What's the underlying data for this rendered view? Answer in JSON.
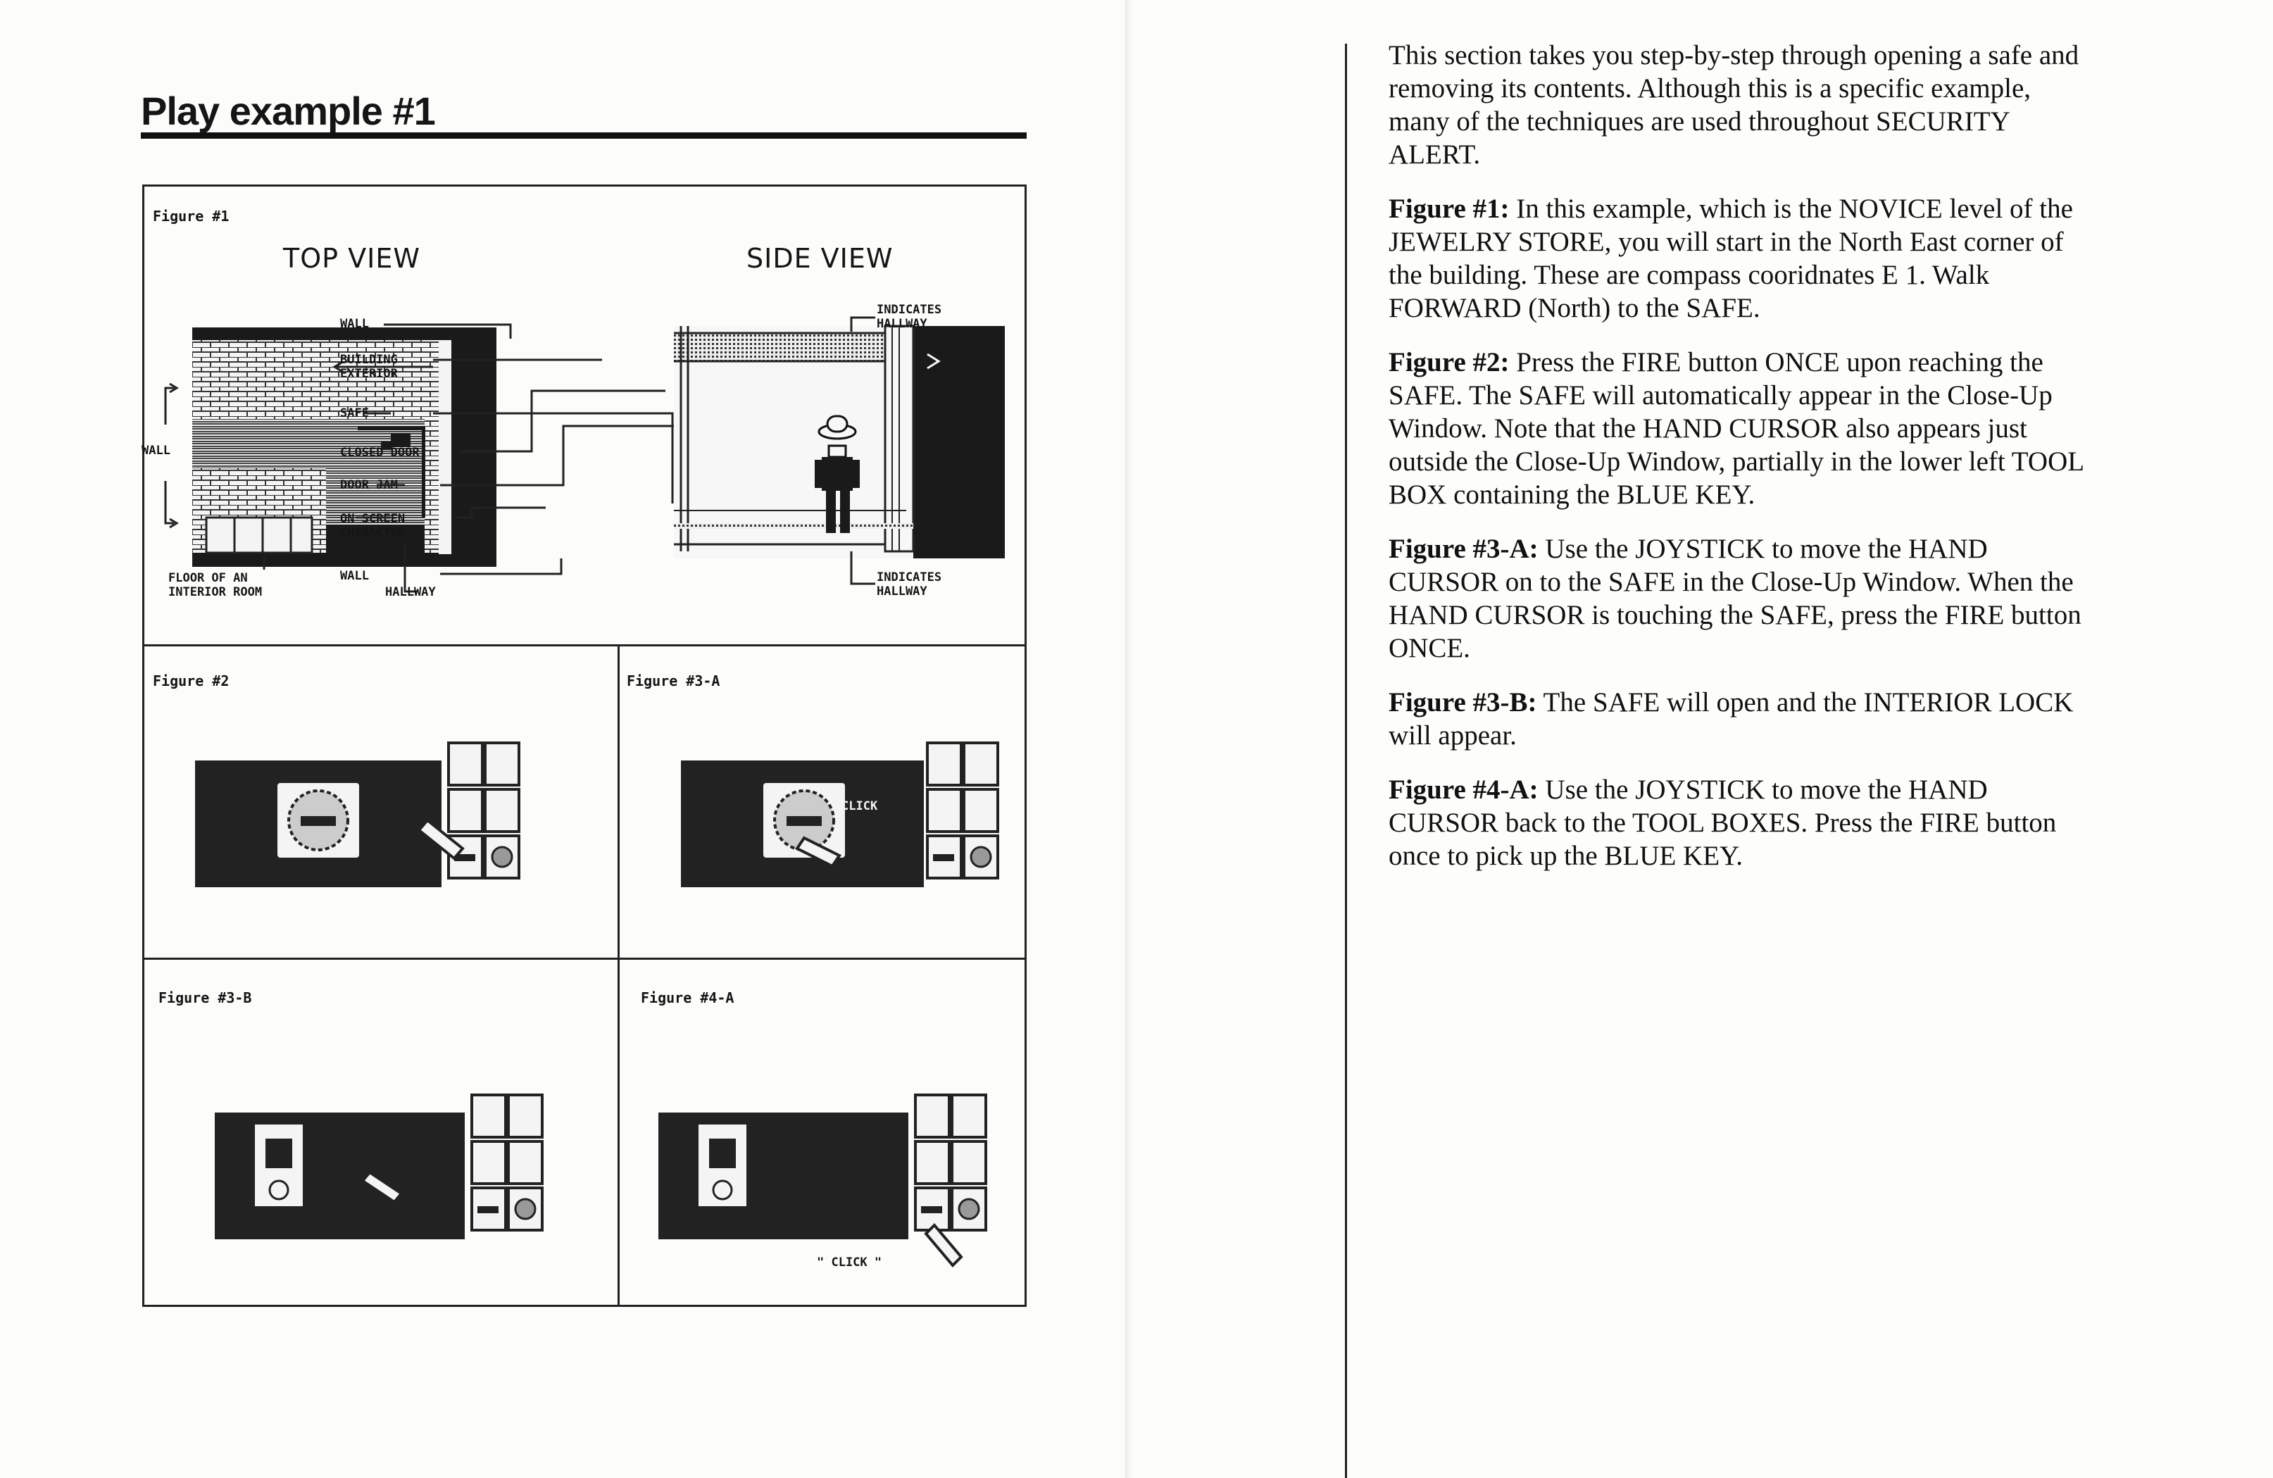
{
  "title": "Play example #1",
  "figures": {
    "fig1": {
      "label": "Figure #1",
      "top_view": "TOP VIEW",
      "side_view": "SIDE VIEW",
      "top_labels": {
        "wall": "WALL",
        "floor": "FLOOR OF AN INTERIOR ROOM",
        "hallway": "HALLWAY"
      },
      "center_labels": [
        "WALL",
        "BUILDING EXTERIOR",
        "SAFE",
        "CLOSED DOOR",
        "DOOR JAM",
        "ON SCREEN CHARACTER",
        "WALL"
      ],
      "side_labels": {
        "indicates_top": "INDICATES HALLWAY",
        "indicates_bottom": "INDICATES HALLWAY"
      }
    },
    "fig2": {
      "label": "Figure #2"
    },
    "fig3a": {
      "label": "Figure #3-A",
      "click": "CLICK"
    },
    "fig3b": {
      "label": "Figure #3-B"
    },
    "fig4a": {
      "label": "Figure #4-A",
      "click": "\" CLICK \""
    }
  },
  "paragraphs": [
    {
      "lead": "",
      "text": "This section takes you step-by-step through opening a safe and removing its contents. Although this is a specific example, many of the techniques are used throughout SECURITY ALERT."
    },
    {
      "lead": "Figure #1:",
      "text": " In this example, which is the NOVICE level of the JEWELRY STORE, you will start in the North East corner of the building. These are compass cooridnates E 1. Walk FORWARD (North) to the SAFE."
    },
    {
      "lead": "Figure #2:",
      "text": " Press the FIRE button ONCE upon reaching the SAFE. The SAFE will automatically appear in the Close-Up Window. Note that the HAND CURSOR also appears just outside the Close-Up Window, partially in the lower left TOOL BOX containing the BLUE KEY."
    },
    {
      "lead": "Figure #3-A:",
      "text": " Use the JOYSTICK to move the HAND CURSOR on to the SAFE in the Close-Up Window. When the HAND CURSOR is touching the SAFE, press the FIRE button ONCE."
    },
    {
      "lead": "Figure #3-B:",
      "text": " The SAFE will open and the INTERIOR LOCK will appear."
    },
    {
      "lead": "Figure #4-A:",
      "text": " Use the JOYSTICK to move the HAND CURSOR back to the TOOL BOXES. Press the FIRE button once to pick up the BLUE KEY."
    }
  ]
}
